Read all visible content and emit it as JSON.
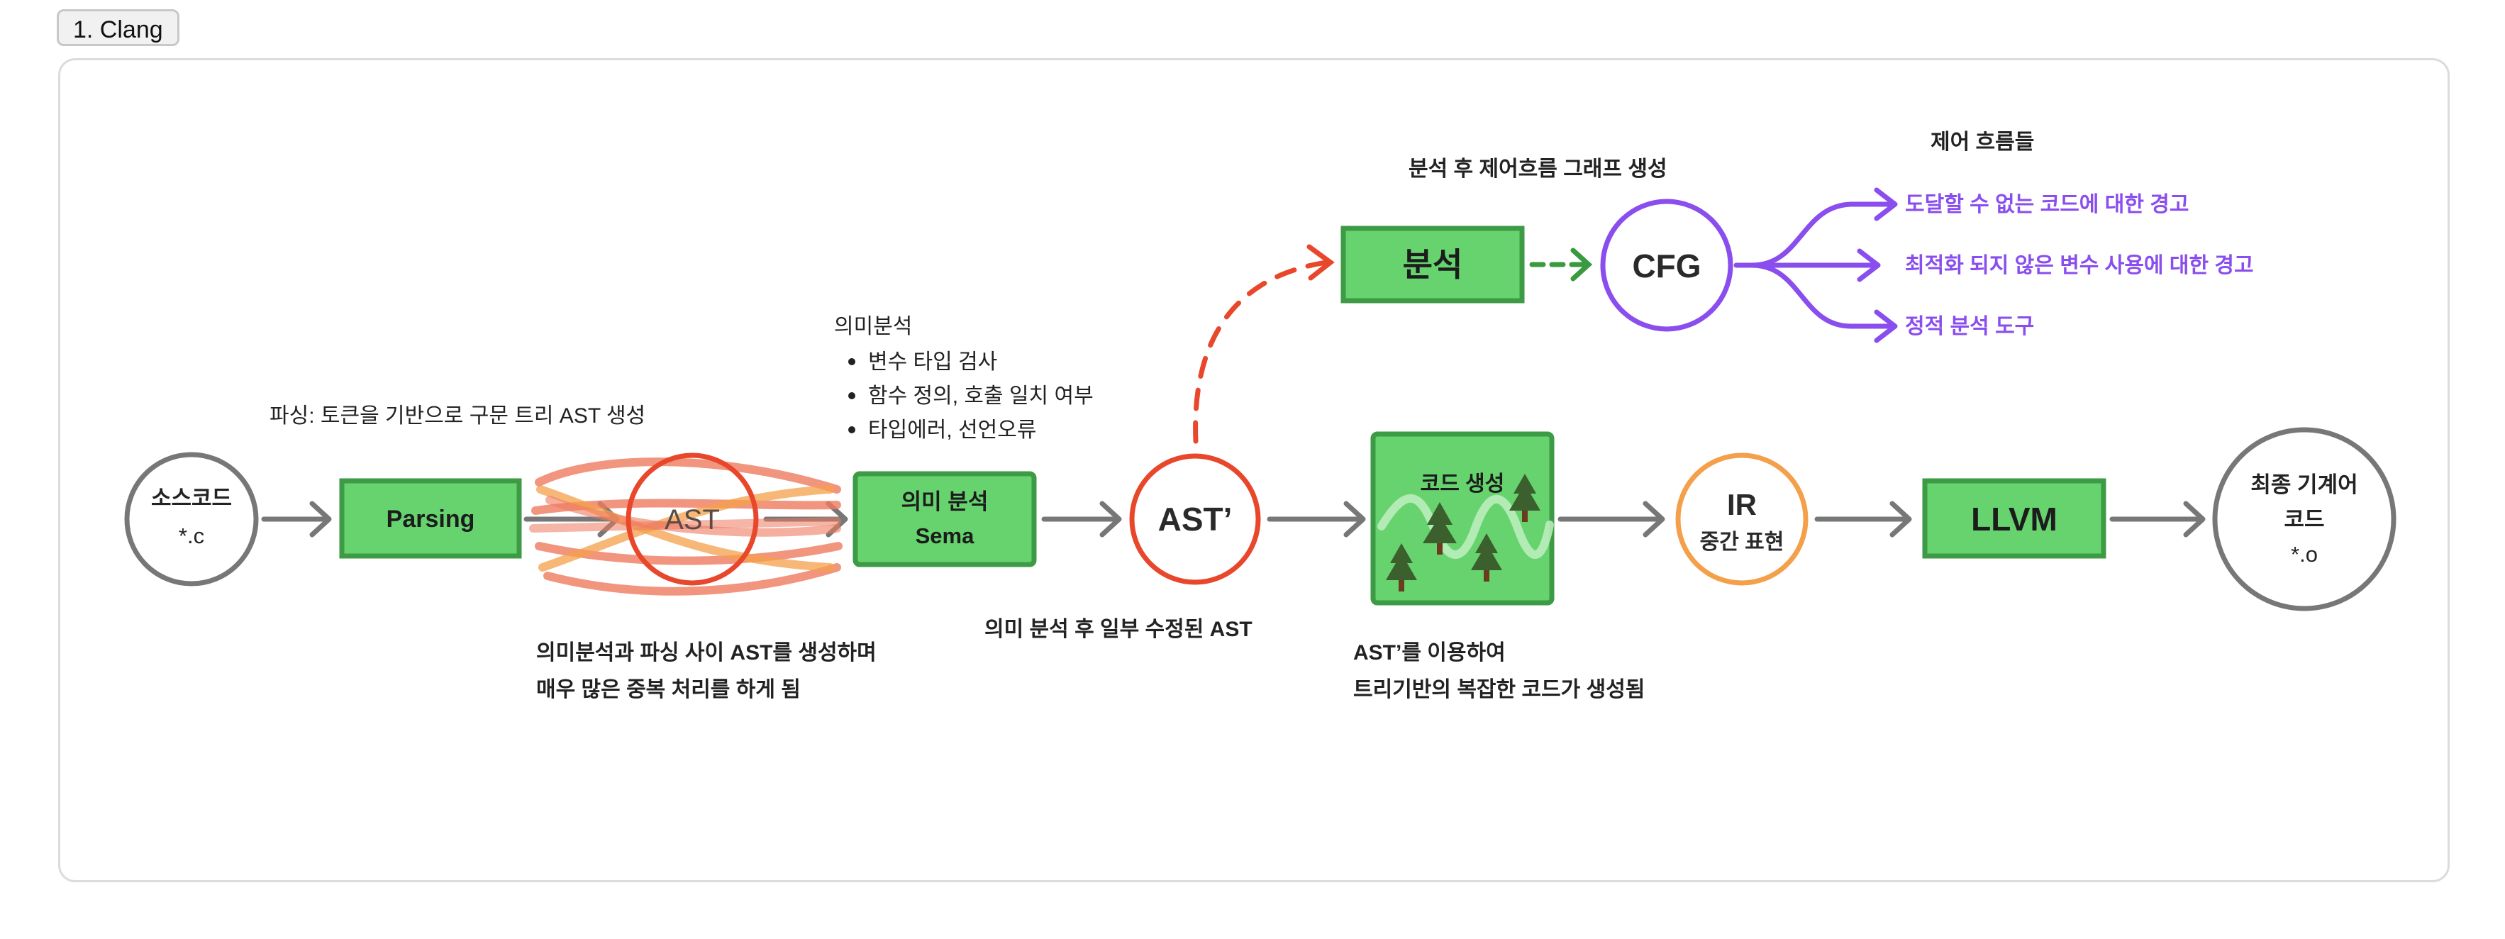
{
  "section_label": "1. Clang",
  "colors": {
    "green_fill": "#66d36e",
    "green_stroke": "#3d9a45",
    "gray": "#777777",
    "red": "#e8472b",
    "orange": "#f4a04a",
    "purple": "#8a4dee",
    "dark_green": "#3a9a3f"
  },
  "nodes": {
    "source": {
      "line1": "소스코드",
      "line2": "*.c"
    },
    "parsing": {
      "label": "Parsing"
    },
    "ast": {
      "label": "AST"
    },
    "sema": {
      "line1": "의미 분석",
      "line2": "Sema"
    },
    "ast_prime": {
      "label": "AST’"
    },
    "analysis": {
      "label": "분석"
    },
    "cfg": {
      "label": "CFG"
    },
    "codegen": {
      "label": "코드 생성"
    },
    "ir": {
      "line1": "IR",
      "line2": "중간 표현"
    },
    "llvm": {
      "label": "LLVM"
    },
    "final": {
      "line1": "최종 기계어",
      "line2": "코드",
      "line3": "*.o"
    }
  },
  "annotations": {
    "parsing_note": "파싱: 토큰을 기반으로 구문 트리 AST 생성",
    "sema_title": "의미분석",
    "sema_items": [
      "변수 타입 검사",
      "함수 정의, 호출 일치 여부",
      "타입에러, 선언오류"
    ],
    "duplicate_note_line1": "의미분석과 파싱 사이 AST를 생성하며",
    "duplicate_note_line2": "매우 많은 중복 처리를 하게 됨",
    "ast_prime_note": "의미 분석 후 일부 수정된 AST",
    "codegen_note_line1": "AST’를 이용하여",
    "codegen_note_line2": "트리기반의 복잡한 코드가 생성됨",
    "cfg_note": "분석 후 제어흐름 그래프 생성",
    "control_flow_title": "제어 흐름들",
    "control_flow_items": [
      "도달할 수 없는 코드에 대한 경고",
      "최적화 되지 않은 변수 사용에 대한 경고",
      "정적 분석 도구"
    ]
  }
}
